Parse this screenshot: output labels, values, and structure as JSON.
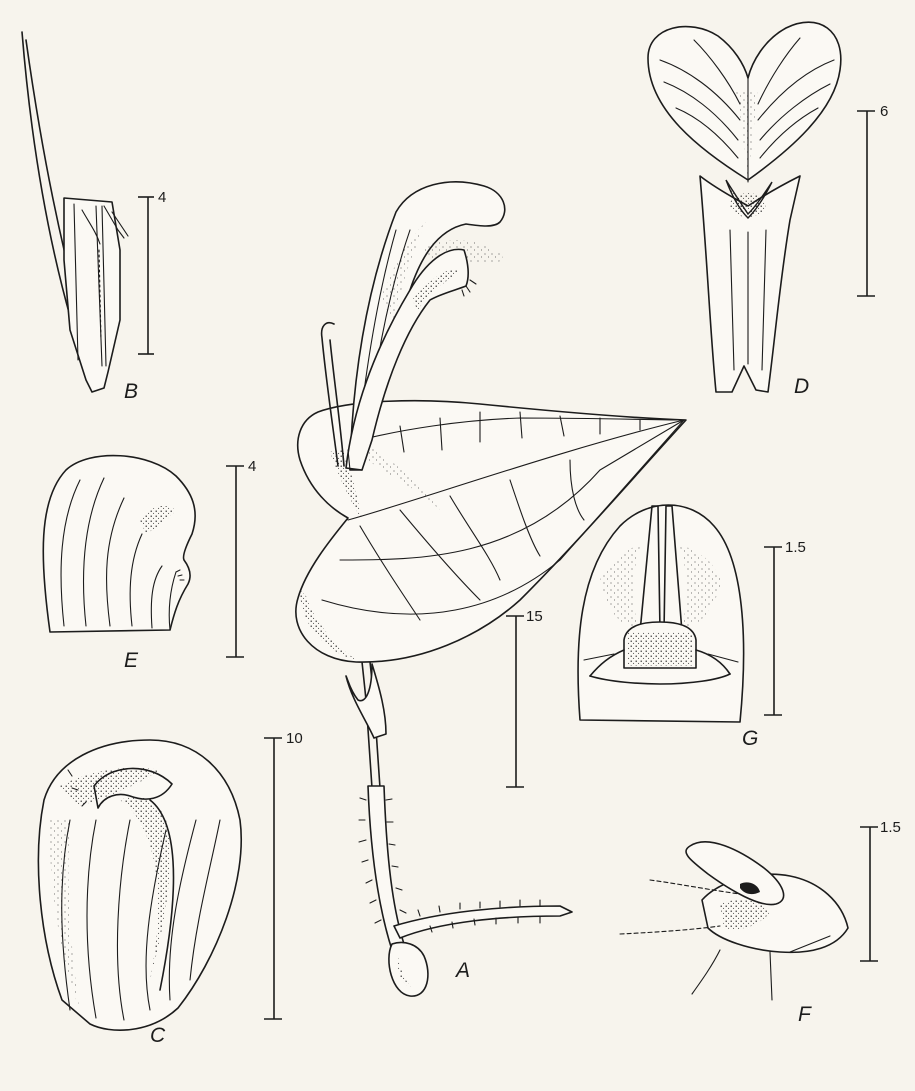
{
  "figure": {
    "panel_labels": {
      "A": "A",
      "B": "B",
      "C": "C",
      "D": "D",
      "E": "E",
      "F": "F",
      "G": "G"
    },
    "scale_bars": {
      "B": "4",
      "D": "6",
      "E": "4",
      "G": "1.5",
      "A": "15",
      "C": "10",
      "F": "1.5"
    }
  }
}
